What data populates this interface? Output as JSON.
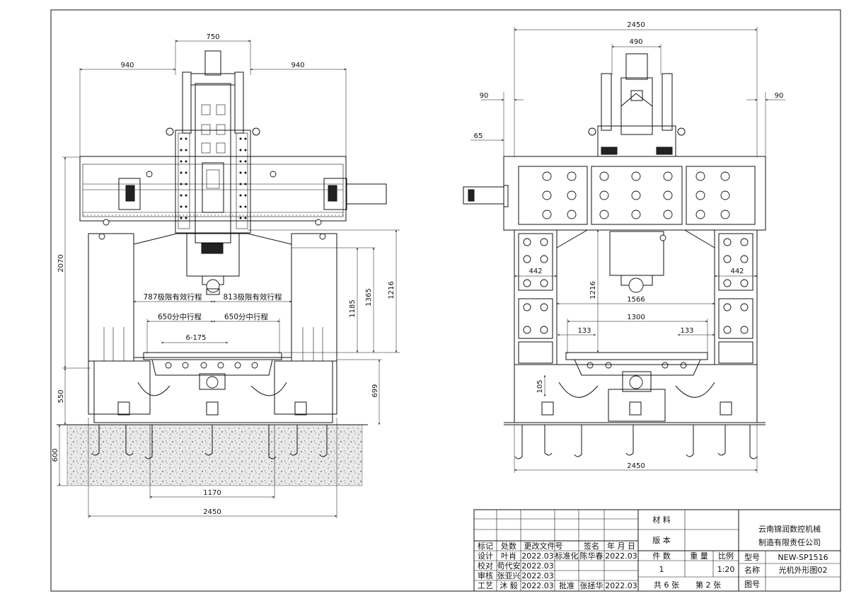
{
  "front_view": {
    "dims": {
      "top_width": "750",
      "left_overhang": "940",
      "right_overhang": "940",
      "travel_left_limit": "787极限有效行程",
      "travel_right_limit": "813极限有效行程",
      "travel_left_mid": "650分中行程",
      "travel_right_mid": "650分中行程",
      "tslot": "6-175",
      "total_height": "2070",
      "h_1185": "1185",
      "h_1365": "1365",
      "h_1216": "1216",
      "below_table": "550",
      "ground_699": "699",
      "foundation": "600",
      "base_1170": "1170",
      "overall_width": "2450"
    }
  },
  "side_view": {
    "dims": {
      "overall_width_top": "2450",
      "head_width": "490",
      "left_90": "90",
      "right_90": "90",
      "offset_65": "65",
      "col_left_442": "442",
      "col_right_442": "442",
      "inner_1566": "1566",
      "inner_1300": "1300",
      "left_133": "133",
      "right_133": "133",
      "height_1216": "1216",
      "height_105": "105",
      "overall_width_bottom": "2450"
    }
  },
  "title_block": {
    "company_line1": "云南锦润数控机械",
    "company_line2": "制造有限责任公司",
    "material_label": "材 料",
    "version_label": "版 本",
    "rev_headers": [
      "标记",
      "处数",
      "更改文件号",
      "签名",
      "年 月 日"
    ],
    "rows": [
      {
        "role": "设计",
        "name": "叶肖",
        "date": "2022.03",
        "role2": "标准化",
        "name2": "陈华春",
        "date2": "2022.03"
      },
      {
        "role": "校对",
        "name": "苟代安",
        "date": "2022.03"
      },
      {
        "role": "审核",
        "name": "张亚兴",
        "date": "2022.03"
      },
      {
        "role": "工艺",
        "name": "沐 毅",
        "date": "2022.03",
        "role2": "批准",
        "name2": "张拯华",
        "date2": "2022.03"
      }
    ],
    "qty_label": "件 数",
    "weight_label": "重 量",
    "scale_label": "比例",
    "qty_value": "1",
    "scale_value": "1:20",
    "model_label": "型号",
    "model_value": "NEW-SP1516",
    "name_label": "名称",
    "name_value": "光机外形图02",
    "drawing_no_label": "图号",
    "total_sheets": "共 6 张",
    "sheet_no": "第 2 张"
  }
}
